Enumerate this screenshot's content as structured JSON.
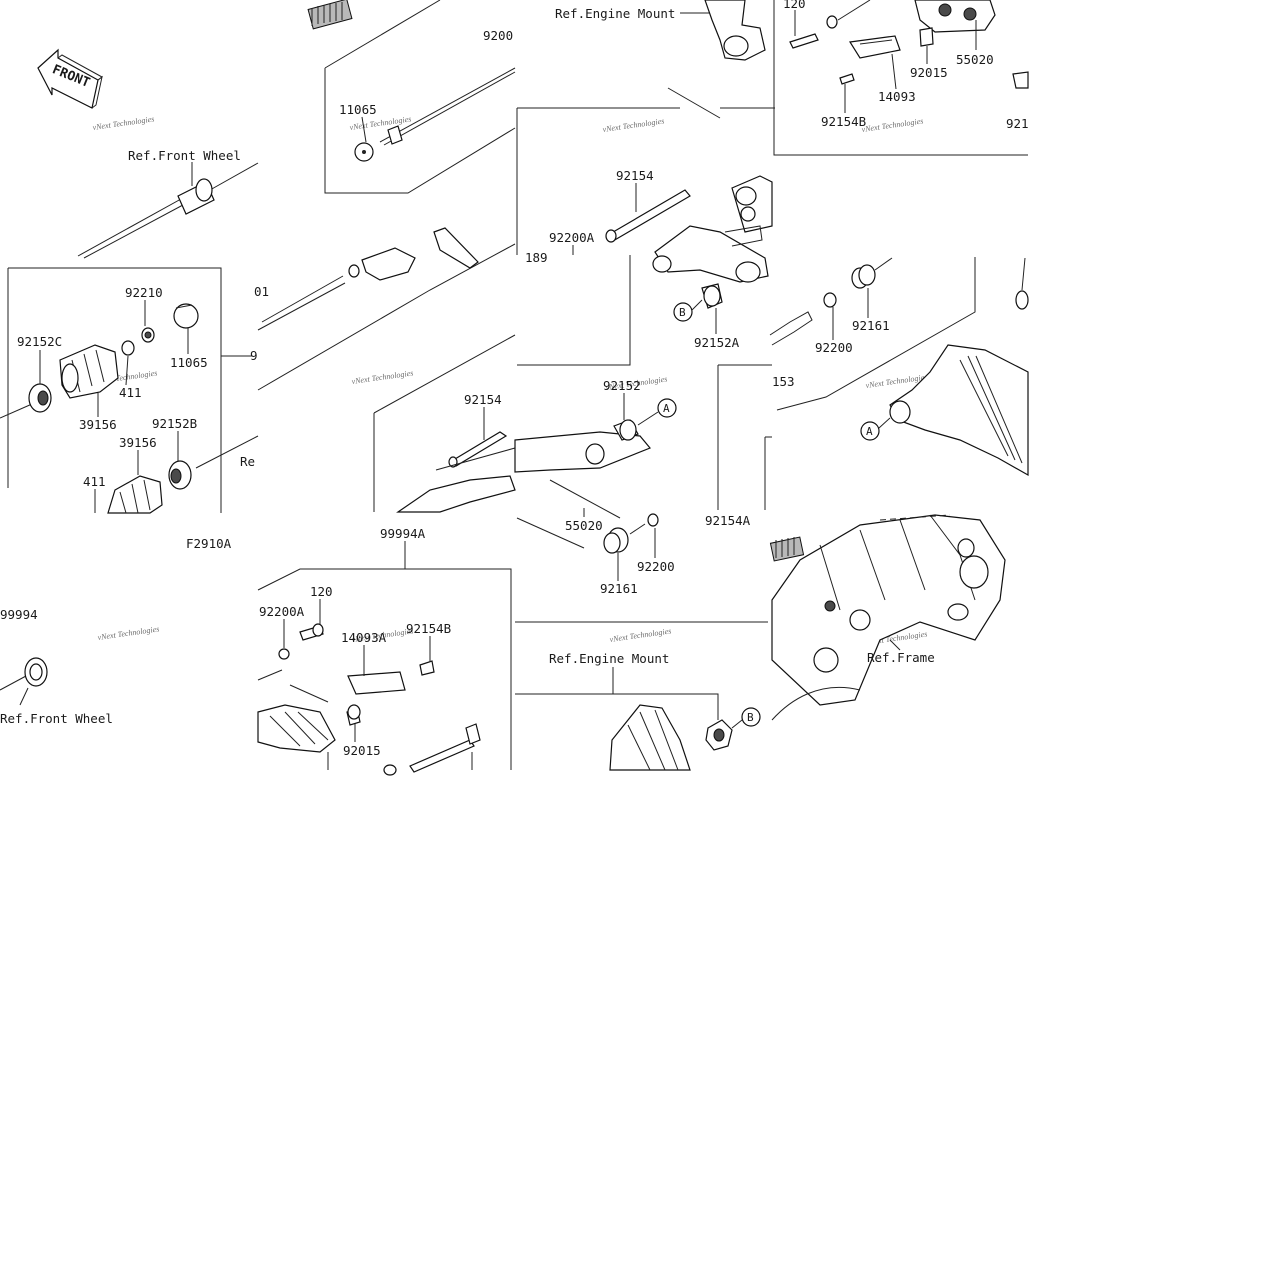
{
  "diagram": {
    "front_label": "FRONT",
    "figure_code": "F2910A",
    "watermark": "vNext Technologies",
    "callouts": [
      "A",
      "B"
    ],
    "references": {
      "engine_mount": "Ref.Engine Mount",
      "front_wheel": "Ref.Front Wheel",
      "frame": "Ref.Frame",
      "partial_re": "Re"
    },
    "parts": {
      "p120": "120",
      "p9200": "9200",
      "p55020": "55020",
      "p92015": "92015",
      "p14093": "14093",
      "p92154B": "92154B",
      "p921": "921",
      "p11065": "11065",
      "p92154": "92154",
      "p92200A": "92200A",
      "p189": "189",
      "p92152A": "92152A",
      "p92200": "92200",
      "p92161": "92161",
      "p153": "153",
      "p92210": "92210",
      "p92152C": "92152C",
      "p411": "411",
      "p39156": "39156",
      "p92152B": "92152B",
      "p92152": "92152",
      "p92154A": "92154A",
      "p99994A": "99994A",
      "p99994": "99994",
      "p14093A": "14093A",
      "p01": "01",
      "p9": "9"
    }
  }
}
